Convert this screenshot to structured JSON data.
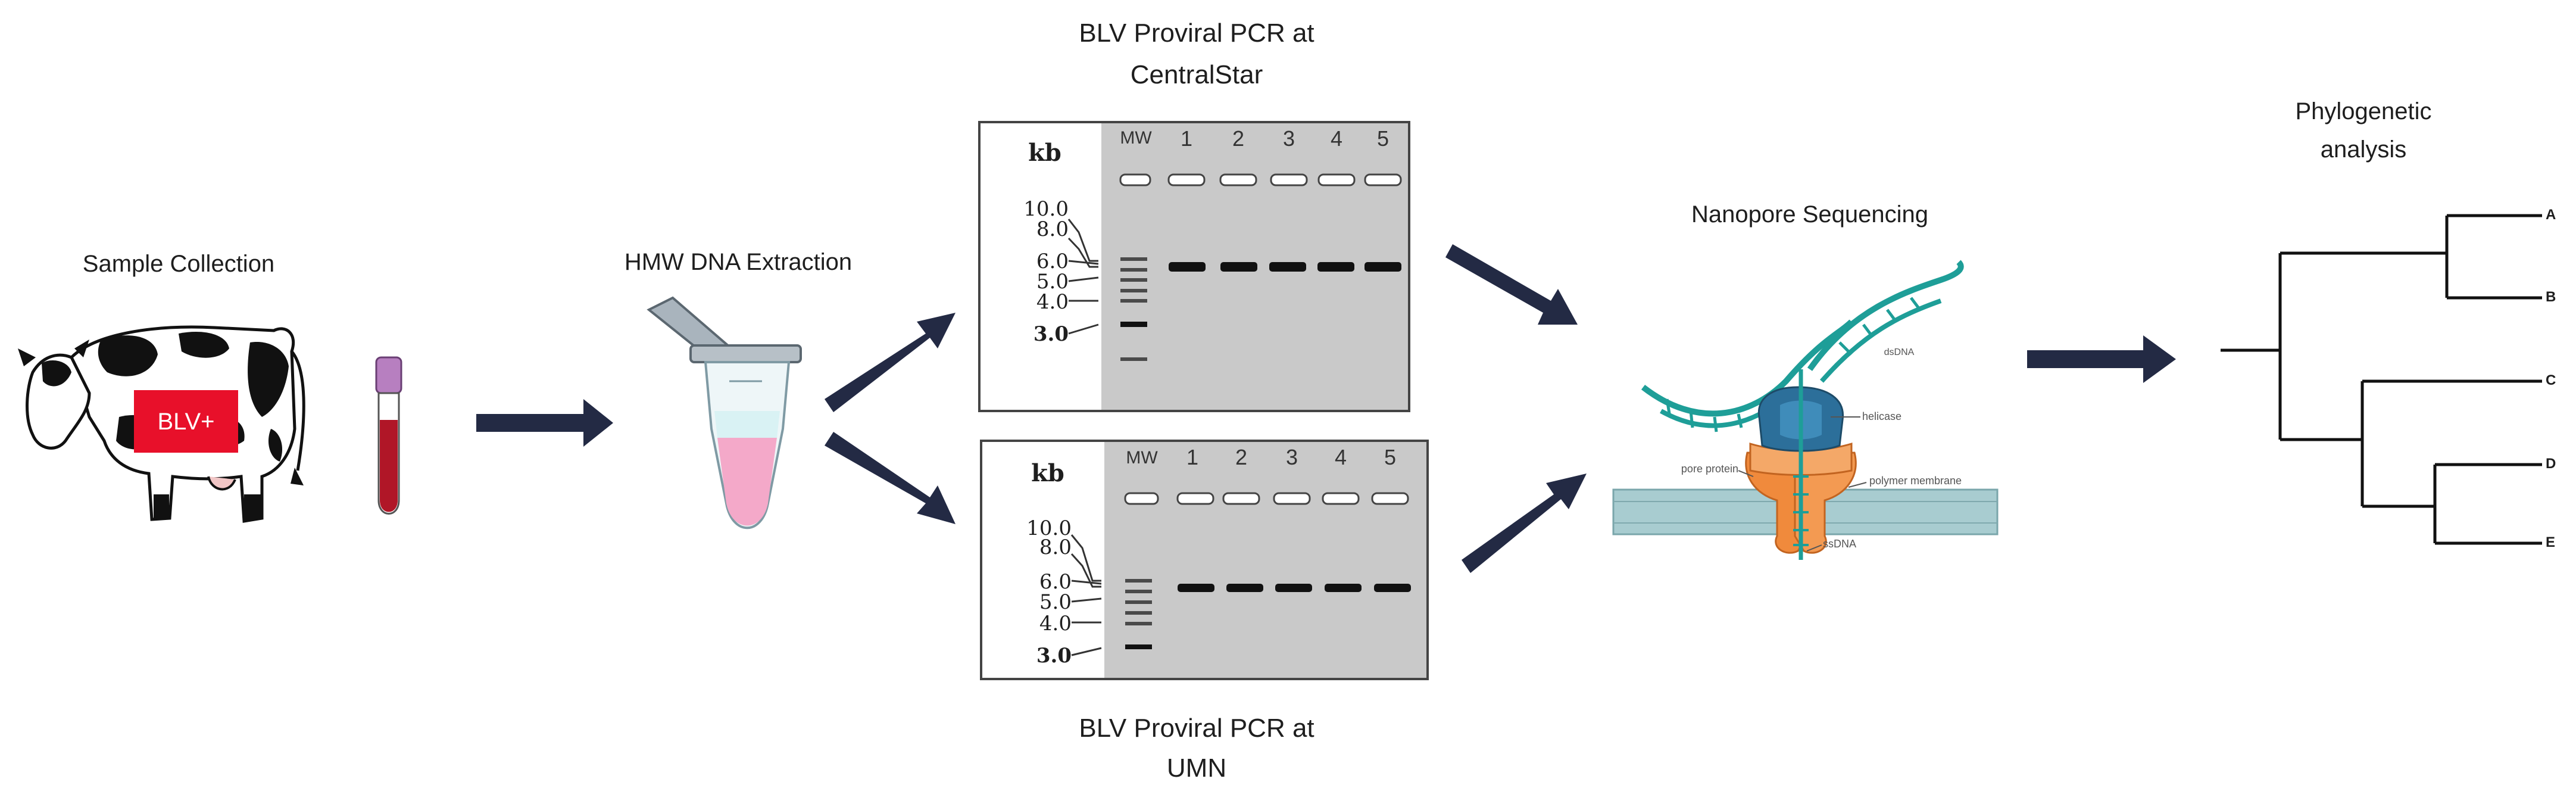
{
  "steps": {
    "sample": {
      "label": "Sample Collection",
      "badge": "BLV+"
    },
    "extraction": {
      "label": "HMW DNA Extraction"
    },
    "pcr_top": {
      "label_line1": "BLV Proviral PCR at",
      "label_line2": "CentralStar"
    },
    "pcr_bottom": {
      "label_line1": "BLV Proviral PCR at",
      "label_line2": "UMN"
    },
    "sequencing": {
      "label": "Nanopore Sequencing",
      "annotations": {
        "dsdna": "dsDNA",
        "helicase": "helicase",
        "pore": "pore protein",
        "membrane": "polymer membrane",
        "ssdna": "ssDNA"
      }
    },
    "phylo": {
      "label_line1": "Phylogenetic",
      "label_line2": "analysis",
      "leaves": [
        "A",
        "B",
        "C",
        "D",
        "E"
      ]
    }
  },
  "gel": {
    "unit": "kb",
    "ladder_label": "MW",
    "lanes": [
      "1",
      "2",
      "3",
      "4",
      "5"
    ],
    "markers": [
      "10.0",
      "8.0",
      "6.0",
      "5.0",
      "4.0",
      "3.0"
    ]
  },
  "colors": {
    "arrow": "#232a44",
    "badge": "#e8102a",
    "gel": "#c9c9c9",
    "dna": "#1e9e98",
    "protein": "#f08a3c",
    "helicase": "#2c6f9a"
  }
}
